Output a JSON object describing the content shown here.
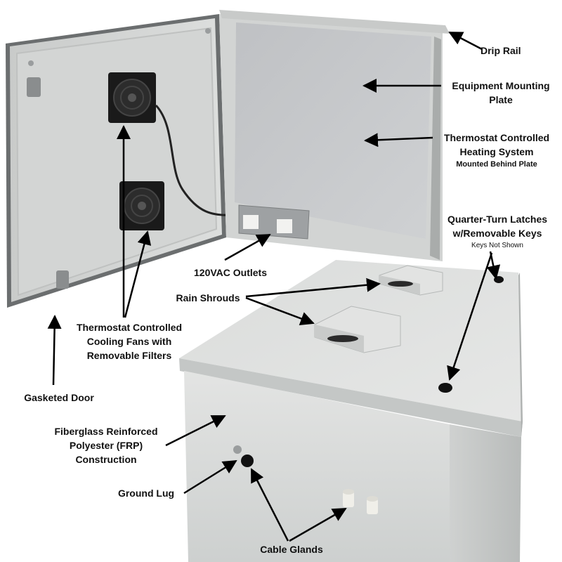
{
  "labels": {
    "drip_rail": "Drip Rail",
    "mounting_plate": [
      "Equipment Mounting",
      "Plate"
    ],
    "heating": [
      "Thermostat Controlled",
      "Heating System",
      "Mounted Behind Plate"
    ],
    "latches": [
      "Quarter-Turn Latches",
      "w/Removable Keys",
      "Keys Not Shown"
    ],
    "outlets": "120VAC Outlets",
    "rain_shrouds": "Rain Shrouds",
    "fans": [
      "Thermostat Controlled",
      "Cooling Fans with",
      "Removable Filters"
    ],
    "gasketed_door": "Gasketed Door",
    "frp": [
      "Fiberglass Reinforced",
      "Polyester (FRP)",
      "Construction"
    ],
    "ground_lug": "Ground Lug",
    "cable_glands": "Cable Glands"
  },
  "colors": {
    "enclosure": "#d9dbda",
    "enclosure_shadow": "#b9bcbc",
    "plate": "#c4c6c8",
    "fan": "#1a1a1a",
    "arrow": "#000000"
  }
}
